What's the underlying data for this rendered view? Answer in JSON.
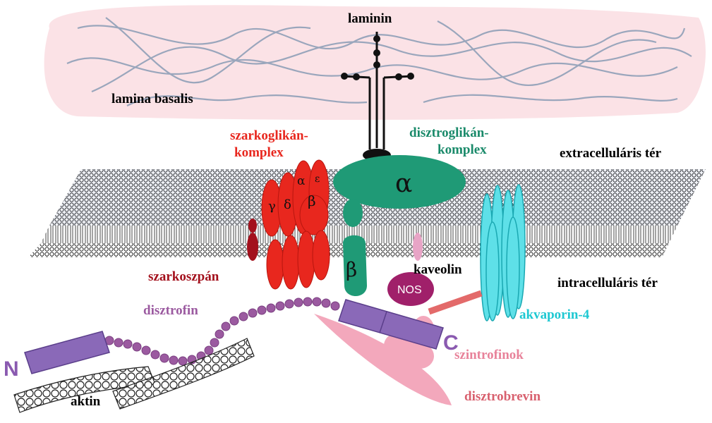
{
  "labels": {
    "laminin": "laminin",
    "lamina_basalis": "lamina basalis",
    "sarcoglycan_line1": "szarkoglikán-",
    "sarcoglycan_line2": "komplex",
    "dystroglycan_line1": "disztroglikán-",
    "dystroglycan_line2": "komplex",
    "extracellular": "extracelluláris tér",
    "intracellular": "intracelluláris tér",
    "sarcospan": "szarkoszpán",
    "caveolin": "kaveolin",
    "dystrophin": "disztrofin",
    "aquaporin": "akvaporin-4",
    "syntrophins": "szintrofinok",
    "dystrobrevin": "disztrobrevin",
    "actin": "aktin",
    "n_terminus": "N",
    "c_terminus": "C",
    "nos": "NOS",
    "alpha": "α",
    "beta": "β",
    "sg_alpha": "α",
    "sg_epsilon": "ε",
    "sg_gamma": "γ",
    "sg_delta": "δ",
    "sg_beta": "β"
  },
  "colors": {
    "sarcoglycan": "#e8271e",
    "dystroglycan": "#1a8a6a",
    "sarcospan": "#a3101c",
    "dystrophin": "#9b5aa0",
    "aquaporin": "#1ec8d2",
    "syntrophin": "#e8829a",
    "dystrobrevin": "#d8606e",
    "nos": "#a0206a",
    "basal_lamina": "#fbe2e6",
    "text": "#000000"
  }
}
